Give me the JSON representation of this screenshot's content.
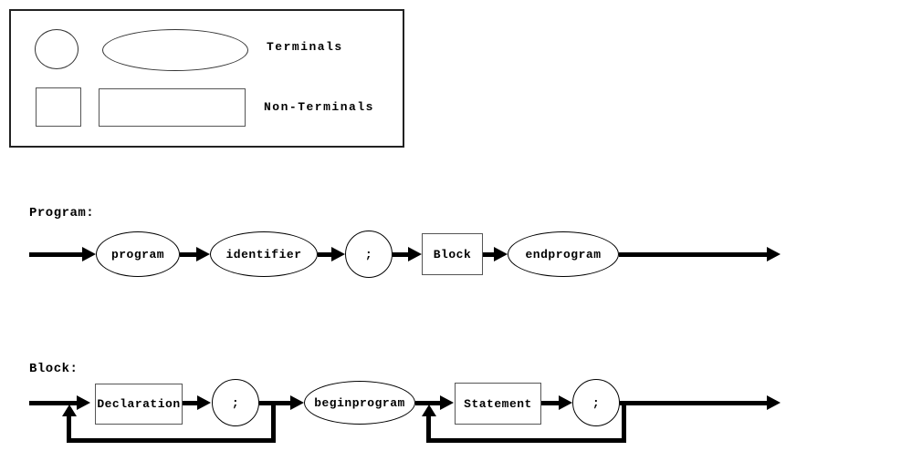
{
  "colors": {
    "background": "#ffffff",
    "line": "#000000",
    "rect_border": "#555555"
  },
  "legend": {
    "terminals_label": "Terminals",
    "non_terminals_label": "Non-Terminals",
    "terminal_shapes": [
      "circle",
      "ellipse"
    ],
    "non_terminal_shapes": [
      "square",
      "rectangle"
    ]
  },
  "program_diagram": {
    "title": "Program:",
    "nodes": [
      {
        "label": "program",
        "shape": "ellipse",
        "type": "terminal"
      },
      {
        "label": "identifier",
        "shape": "ellipse",
        "type": "terminal"
      },
      {
        "label": ";",
        "shape": "circle",
        "type": "terminal"
      },
      {
        "label": "Block",
        "shape": "rectangle",
        "type": "non-terminal"
      },
      {
        "label": "endprogram",
        "shape": "ellipse",
        "type": "terminal"
      }
    ]
  },
  "block_diagram": {
    "title": "Block:",
    "nodes": [
      {
        "label": "Declaration",
        "shape": "rectangle",
        "type": "non-terminal",
        "repeat_loop": true
      },
      {
        "label": ";",
        "shape": "circle",
        "type": "terminal",
        "repeat_loop": true
      },
      {
        "label": "beginprogram",
        "shape": "ellipse",
        "type": "terminal"
      },
      {
        "label": "Statement",
        "shape": "rectangle",
        "type": "non-terminal",
        "repeat_loop": true
      },
      {
        "label": ";",
        "shape": "circle",
        "type": "terminal",
        "repeat_loop": true
      }
    ]
  }
}
